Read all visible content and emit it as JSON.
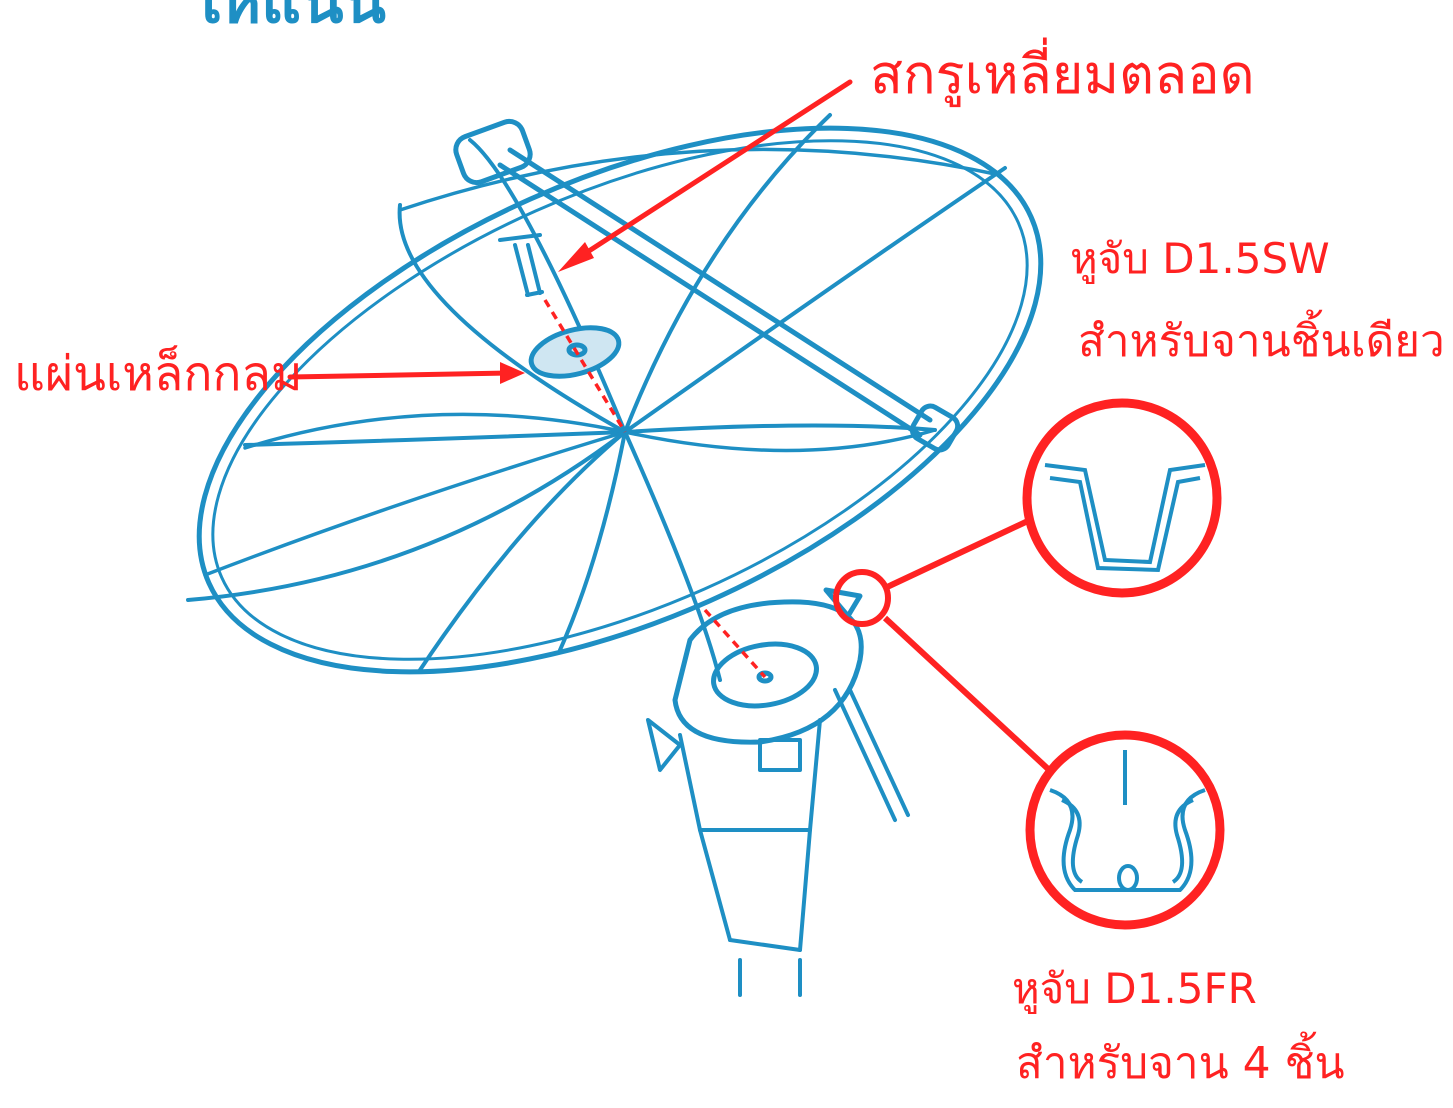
{
  "heading_fragment": "ให้แน่น",
  "labels": {
    "screw": "สกรูเหลี่ยมตลอด",
    "steel_plate": "แผ่นเหล็กกลม",
    "sw_model": "หูจับ D1.5SW",
    "sw_desc": "สำหรับจานชิ้นเดียว",
    "fr_model": "หูจับ D1.5FR",
    "fr_desc": "สำหรับจาน 4 ชิ้น"
  },
  "colors": {
    "line_art": "#1e8fc4",
    "callout": "#ff2222",
    "plate_fill": "#cfe6f2"
  }
}
